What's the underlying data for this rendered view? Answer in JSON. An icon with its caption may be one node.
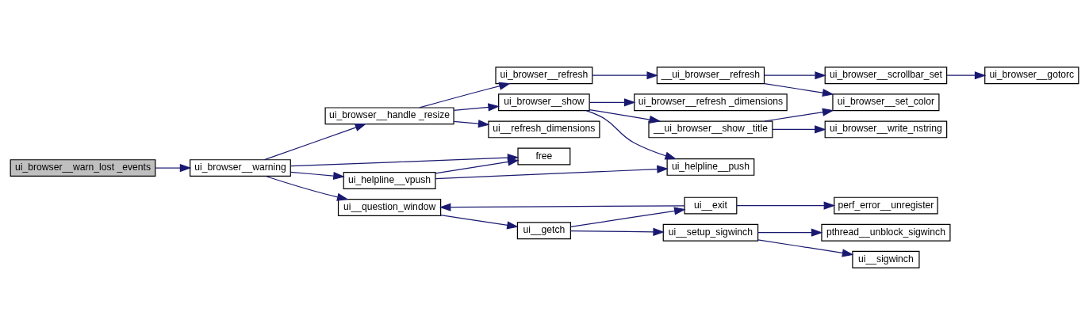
{
  "diagram": {
    "nodes": [
      {
        "text": [
          "ui_browser__warn_lost _events"
        ]
      },
      {
        "text": [
          "ui_browser__warning"
        ]
      },
      {
        "text": [
          "ui_browser__handle _resize"
        ]
      },
      {
        "text": [
          "ui_helpline__vpush"
        ]
      },
      {
        "text": [
          "free"
        ]
      },
      {
        "text": [
          "ui__question_window"
        ]
      },
      {
        "text": [
          "ui_browser__refresh"
        ]
      },
      {
        "text": [
          "ui_browser__show"
        ]
      },
      {
        "text": [
          "ui__refresh_dimensions"
        ]
      },
      {
        "text": [
          "ui_helpline__push"
        ]
      },
      {
        "text": [
          "ui__getch"
        ]
      },
      {
        "text": [
          "__ui_browser__refresh"
        ]
      },
      {
        "text": [
          "ui_browser__refresh _dimensions"
        ]
      },
      {
        "text": [
          "__ui_browser__show _title"
        ]
      },
      {
        "text": [
          "ui__exit"
        ]
      },
      {
        "text": [
          "ui__setup_sigwinch"
        ]
      },
      {
        "text": [
          "ui_browser__scrollbar_set"
        ]
      },
      {
        "text": [
          "ui_browser__set_color"
        ]
      },
      {
        "text": [
          "ui_browser__write_nstring"
        ]
      },
      {
        "text": [
          "perf_error__unregister"
        ]
      },
      {
        "text": [
          "pthread__unblock_sigwinch"
        ]
      },
      {
        "text": [
          "ui__sigwinch"
        ]
      },
      {
        "text": [
          "ui_browser__gotorc"
        ]
      }
    ],
    "edges": [
      {
        "from": 0,
        "to": 1,
        "arrow": "to"
      },
      {
        "from": 1,
        "to": 2,
        "arrow": "to"
      },
      {
        "from": 1,
        "to": 3,
        "arrow": "to"
      },
      {
        "from": 1,
        "to": 4,
        "arrow": "to"
      },
      {
        "from": 1,
        "to": 5,
        "arrow": "to"
      },
      {
        "from": 2,
        "to": 6,
        "arrow": "to"
      },
      {
        "from": 2,
        "to": 7,
        "arrow": "to"
      },
      {
        "from": 2,
        "to": 8,
        "arrow": "to"
      },
      {
        "from": 6,
        "to": 11,
        "arrow": "to"
      },
      {
        "from": 11,
        "to": 16,
        "arrow": "to"
      },
      {
        "from": 11,
        "to": 17,
        "arrow": "to"
      },
      {
        "from": 16,
        "to": 22,
        "arrow": "to"
      },
      {
        "from": 7,
        "to": 12,
        "arrow": "to"
      },
      {
        "from": 7,
        "to": 13,
        "arrow": "to"
      },
      {
        "from": 7,
        "to": 9,
        "arrow": "to"
      },
      {
        "from": 13,
        "to": 17,
        "arrow": "to"
      },
      {
        "from": 13,
        "to": 18,
        "arrow": "to"
      },
      {
        "from": 3,
        "to": 9,
        "arrow": "to"
      },
      {
        "from": 3,
        "to": 4,
        "arrow": "to"
      },
      {
        "from": 5,
        "to": 10,
        "arrow": "to"
      },
      {
        "from": 10,
        "to": 14,
        "arrow": "to"
      },
      {
        "from": 10,
        "to": 15,
        "arrow": "to"
      },
      {
        "from": 14,
        "to": 5,
        "arrow": "to"
      },
      {
        "from": 14,
        "to": 19,
        "arrow": "to"
      },
      {
        "from": 15,
        "to": 20,
        "arrow": "to"
      },
      {
        "from": 15,
        "to": 21,
        "arrow": "to"
      }
    ]
  }
}
